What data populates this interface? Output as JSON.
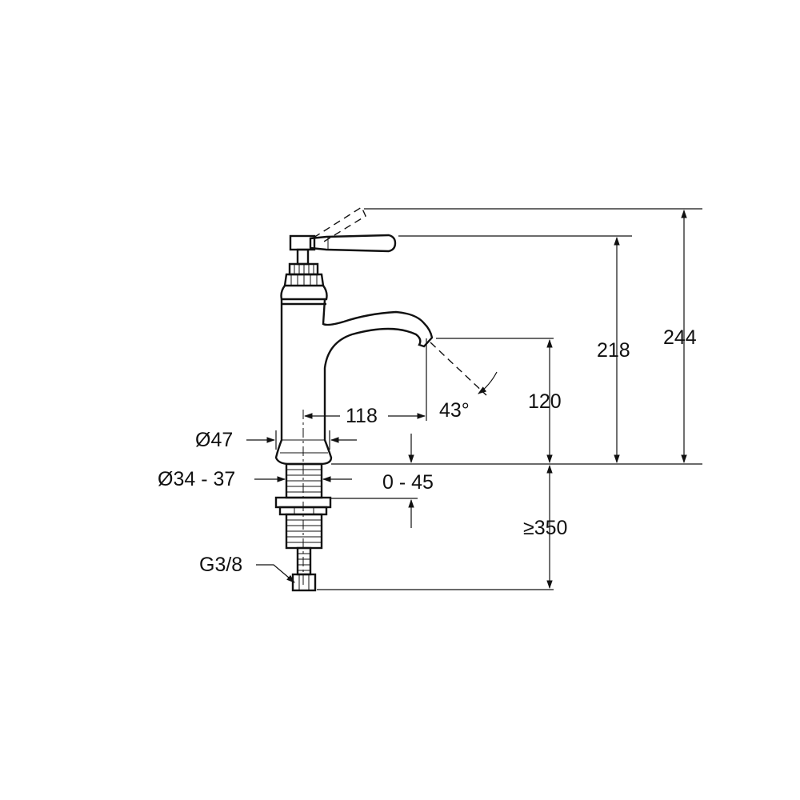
{
  "dimensions": {
    "total_height": "244",
    "handle_height": "218",
    "spout_height": "120",
    "spout_reach": "118",
    "spout_angle": "43°",
    "base_diameter": "Ø47",
    "hole_diameter": "Ø34 - 37",
    "deck_thickness": "0 - 45",
    "hose_length": "≥350",
    "connection_thread": "G3/8"
  },
  "colors": {
    "line": "#111111",
    "background": "#ffffff"
  }
}
